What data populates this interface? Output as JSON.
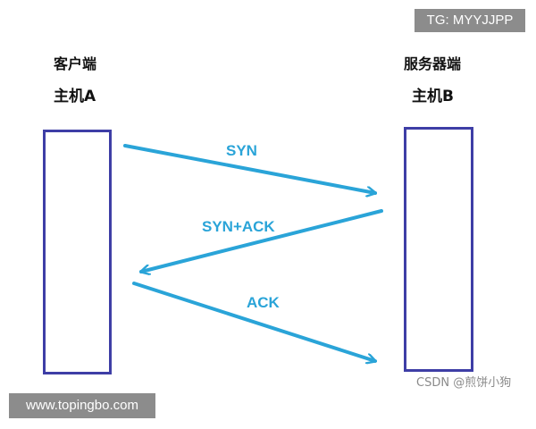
{
  "top_tag": "TG: MYYJJPP",
  "client": {
    "role": "客户端",
    "host": "主机A"
  },
  "server": {
    "role": "服务器端",
    "host": "主机B"
  },
  "messages": [
    {
      "label": "SYN",
      "direction": "A-to-B"
    },
    {
      "label": "SYN+ACK",
      "direction": "B-to-A"
    },
    {
      "label": "ACK",
      "direction": "A-to-B"
    }
  ],
  "watermark": "CSDN @煎饼小狗",
  "bottom_tag": "www.topingbo.com",
  "colors": {
    "arrow": "#2aa4d8",
    "box_border": "#3e3ea6"
  }
}
